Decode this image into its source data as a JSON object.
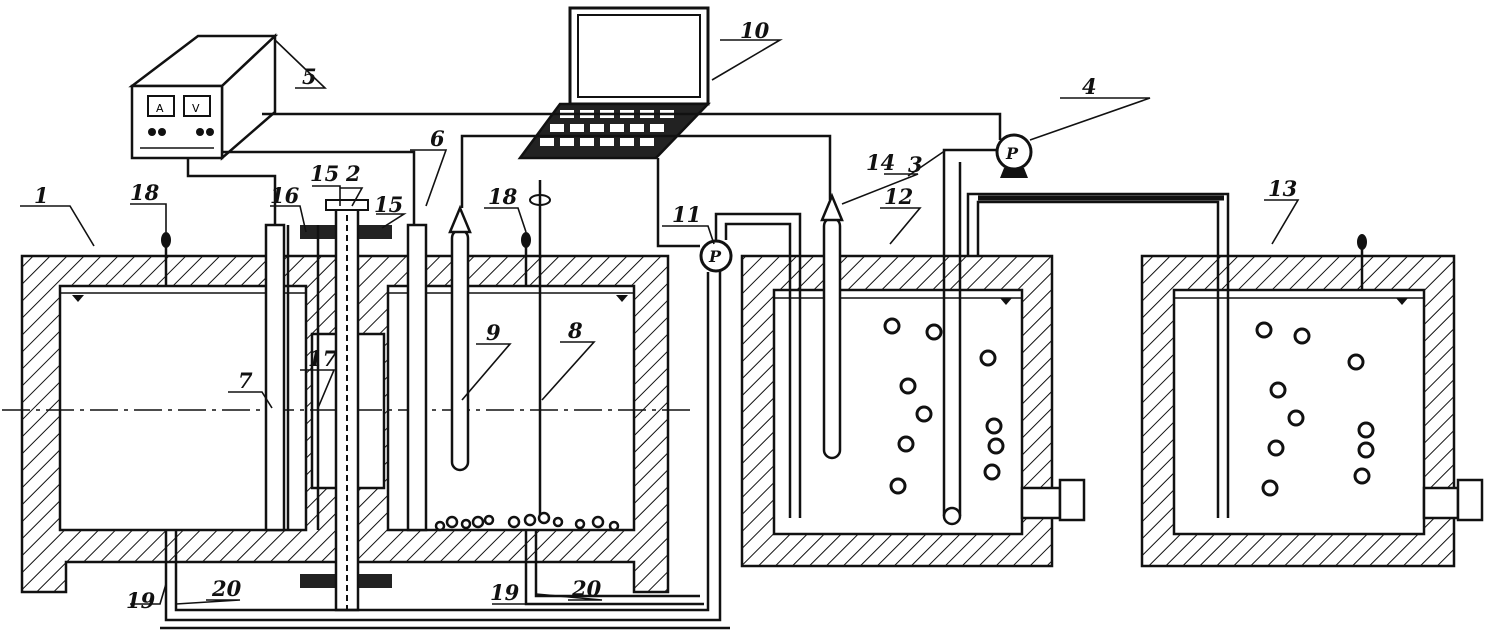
{
  "diagram": {
    "labels": {
      "l1": "1",
      "l2": "2",
      "l3": "3",
      "l4": "4",
      "l5": "5",
      "l6": "6",
      "l7": "7",
      "l8": "8",
      "l9": "9",
      "l10": "10",
      "l11": "11",
      "l12": "12",
      "l13": "13",
      "l14": "14",
      "l15a": "15",
      "l15b": "15",
      "l16": "16",
      "l17": "17",
      "l18a": "18",
      "l18b": "18",
      "l19a": "19",
      "l19b": "19",
      "l20a": "20",
      "l20b": "20"
    },
    "pump_symbol": "P",
    "meter_a": "A",
    "meter_v": "V"
  }
}
